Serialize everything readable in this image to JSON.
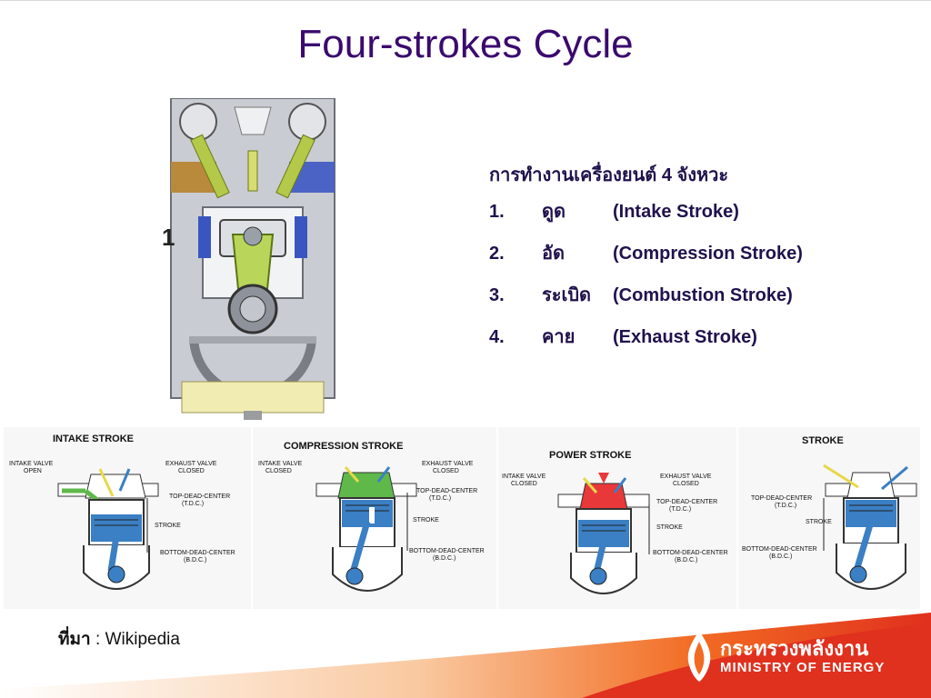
{
  "slide": {
    "title": "Four-strokes Cycle",
    "main_engine_label": "1"
  },
  "info_list": {
    "heading": "การทำงานเครื่องยนต์ 4 จังหวะ",
    "items": [
      {
        "num": "1.",
        "thai": "ดูด",
        "english": "(Intake Stroke)"
      },
      {
        "num": "2.",
        "thai": "อัด",
        "english": "(Compression Stroke)"
      },
      {
        "num": "3.",
        "thai": "ระเบิด",
        "english": "(Combustion Stroke)"
      },
      {
        "num": "4.",
        "thai": "คาย",
        "english": "(Exhaust Stroke)"
      }
    ]
  },
  "panels": [
    {
      "title": "INTAKE STROKE",
      "left_valve_1": "INTAKE VALVE",
      "left_valve_2": "OPEN",
      "right_valve_1": "EXHAUST VALVE",
      "right_valve_2": "CLOSED",
      "tdc_1": "TOP-DEAD-CENTER",
      "tdc_2": "(T.D.C.)",
      "stroke": "STROKE",
      "bdc_1": "BOTTOM-DEAD-CENTER",
      "bdc_2": "(B.D.C.)"
    },
    {
      "title": "COMPRESSION STROKE",
      "left_valve_1": "INTAKE VALVE",
      "left_valve_2": "CLOSED",
      "right_valve_1": "EXHAUST VALVE",
      "right_valve_2": "CLOSED",
      "tdc_1": "TOP-DEAD-CENTER",
      "tdc_2": "(T.D.C.)",
      "stroke": "STROKE",
      "bdc_1": "BOTTOM-DEAD-CENTER",
      "bdc_2": "(B.D.C.)"
    },
    {
      "title": "POWER STROKE",
      "left_valve_1": "INTAKE VALVE",
      "left_valve_2": "CLOSED",
      "right_valve_1": "EXHAUST VALVE",
      "right_valve_2": "CLOSED",
      "tdc_1": "TOP-DEAD-CENTER",
      "tdc_2": "(T.D.C.)",
      "stroke": "STROKE",
      "bdc_1": "BOTTOM-DEAD-CENTER",
      "bdc_2": "(B.D.C.)"
    },
    {
      "title": "STROKE",
      "left_valve_1": "",
      "left_valve_2": "",
      "right_valve_1": "",
      "right_valve_2": "",
      "tdc_1": "TOP-DEAD-CENTER",
      "tdc_2": "(T.D.C.)",
      "stroke": "STROKE",
      "bdc_1": "BOTTOM-DEAD-CENTER",
      "bdc_2": "(B.D.C.)"
    }
  ],
  "source": {
    "label": "ที่มา",
    "separator": ":",
    "value": "Wikipedia"
  },
  "ministry": {
    "thai": "กระทรวงพลังงาน",
    "english": "MINISTRY OF ENERGY"
  },
  "colors": {
    "title": "#3a0a6e",
    "list_text": "#20124d",
    "footer_red": "#e0301e",
    "footer_orange": "#f26b22",
    "piston_blue": "#3b7fc4",
    "compression_green": "#5fb84a",
    "power_red": "#e8383a"
  },
  "icons": {
    "ministry_logo": "flame-logo-icon"
  }
}
